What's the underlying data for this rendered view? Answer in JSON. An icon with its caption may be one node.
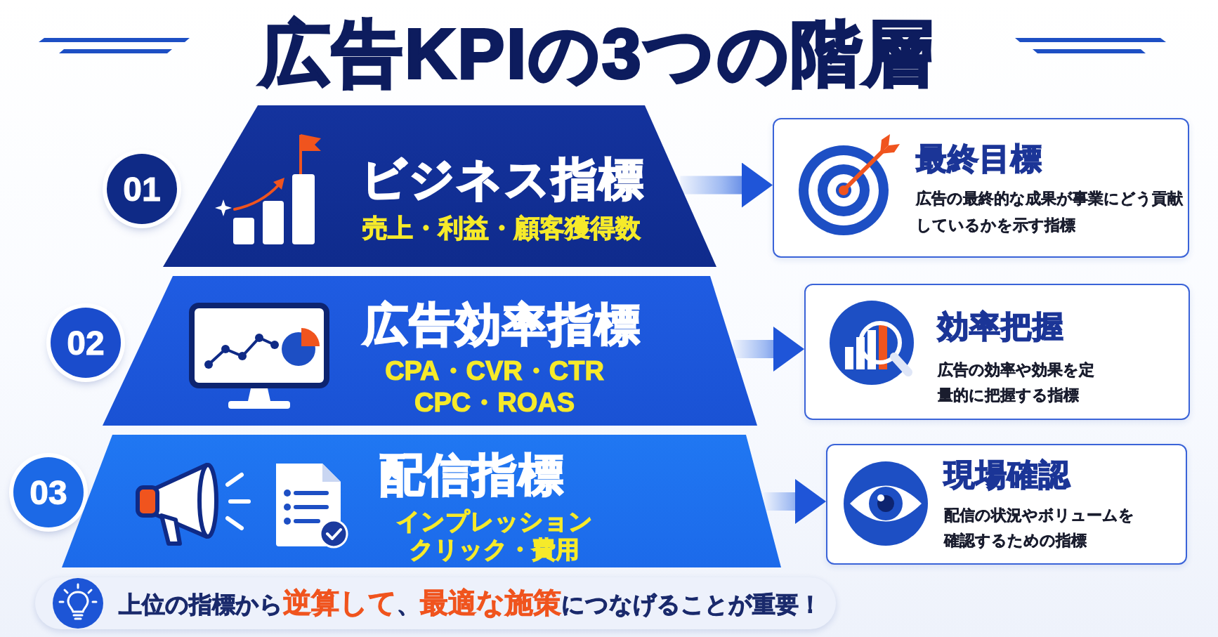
{
  "diagram": {
    "title": "広告KPIの3つの階層",
    "nodes": [
      {
        "text": [
          "01"
        ]
      },
      {
        "text": [
          "ビジネス指標",
          "売上・利益・顧客獲得数"
        ]
      },
      {
        "text": [
          "最終目標",
          "広告の最終的な成果が事業にどう貢献しているかを示す指標"
        ]
      },
      {
        "text": [
          "02"
        ]
      },
      {
        "text": [
          "広告効率指標",
          "CPA・CVR・CTR CPC・ROAS"
        ]
      },
      {
        "text": [
          "効率把握",
          "広告の効率や効果を定量的に把握する指標"
        ]
      },
      {
        "text": [
          "03"
        ]
      },
      {
        "text": [
          "配信指標",
          "インプレッションクリック・費用"
        ]
      },
      {
        "text": [
          "現場確認",
          "配信の状況やボリュームを確認するための指標"
        ]
      },
      {
        "text": [
          "上位の指標から**逆算して**、**最適な施策**につなげることが重要！"
        ]
      }
    ],
    "edges": [
      {
        "from": 1,
        "to": 2,
        "arrow": "to"
      },
      {
        "from": 4,
        "to": 5,
        "arrow": "to"
      },
      {
        "from": 7,
        "to": 8,
        "arrow": "to"
      }
    ]
  }
}
